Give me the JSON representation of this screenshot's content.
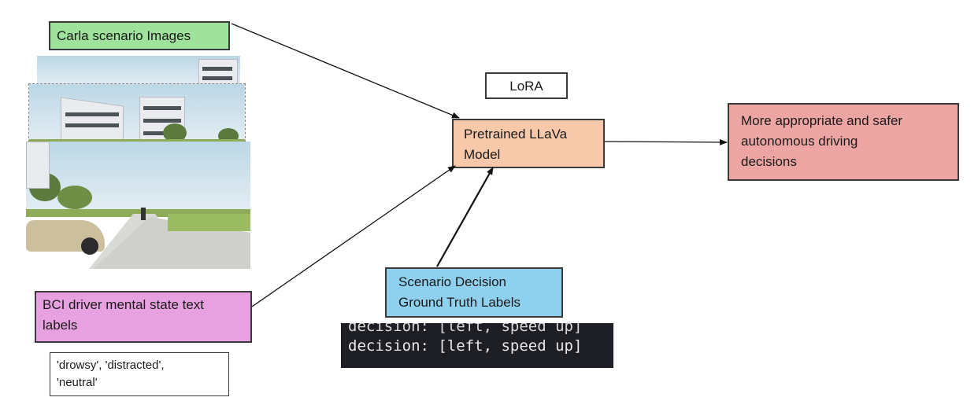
{
  "inputs": {
    "carla_label": "Carla scenario Images",
    "bci_label_line1": "BCI driver mental state text",
    "bci_label_line2": "labels",
    "mental_states_line1": "'drowsy', 'distracted',",
    "mental_states_line2": "'neutral'"
  },
  "model": {
    "lora_label": "LoRA",
    "llava_line1": "Pretrained LLaVa",
    "llava_line2": "Model"
  },
  "ground_truth": {
    "label_line1": "Scenario Decision",
    "label_line2": "Ground Truth Labels",
    "code_example": "decision: [left, speed up]",
    "code_example_partial": "decision: [left, speed up]"
  },
  "output": {
    "line1": "More appropriate and safer",
    "line2": "autonomous driving",
    "line3": "decisions"
  },
  "colors": {
    "carla_box": "#9fe29b",
    "bci_box": "#e8a1e0",
    "llava_box": "#f7c8a9",
    "ground_truth_box": "#8fd0ee",
    "output_box": "#eca5a3",
    "code_background": "#1e1f24"
  }
}
